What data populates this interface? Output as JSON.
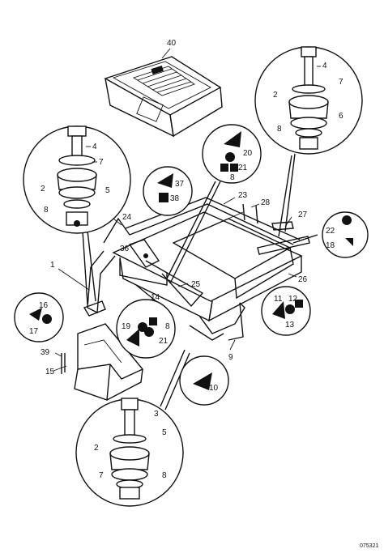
{
  "figure_ref": "075321",
  "callouts": {
    "c1": "1",
    "c2a": "2",
    "c2b": "2",
    "c2c": "2",
    "c3": "3",
    "c4a": "4",
    "c4b": "4",
    "c5a": "5",
    "c5b": "5",
    "c6": "6",
    "c7a": "7",
    "c7b": "7",
    "c7c": "7",
    "c8a": "8",
    "c8b": "8",
    "c8c": "8",
    "c8d": "8",
    "c8e": "8",
    "c9": "9",
    "c10": "10",
    "c11": "11",
    "c12": "12",
    "c13": "13",
    "c14": "14",
    "c15": "15",
    "c16": "16",
    "c17": "17",
    "c18": "18",
    "c19": "19",
    "c20": "20",
    "c21a": "21",
    "c21b": "21",
    "c22": "22",
    "c23": "23",
    "c24": "24",
    "c25": "25",
    "c26": "26",
    "c27": "27",
    "c28": "28",
    "c36": "36",
    "c37": "37",
    "c38": "38",
    "c39": "39",
    "c40": "40"
  }
}
